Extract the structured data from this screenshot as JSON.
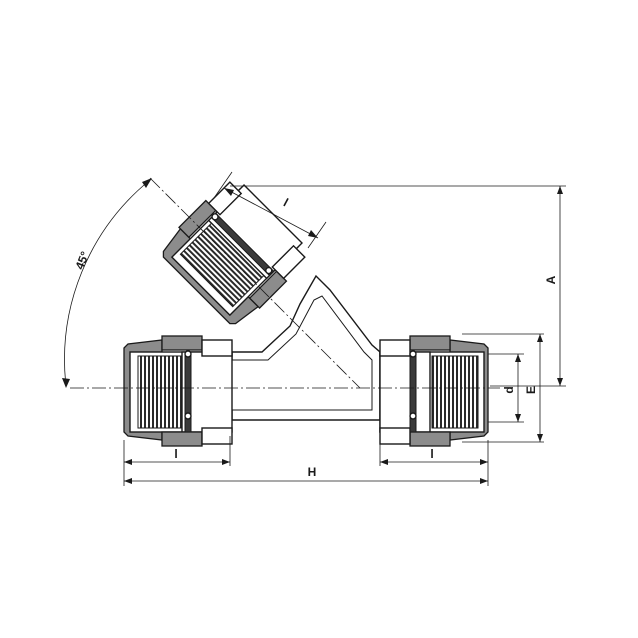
{
  "labels": {
    "angle": "45°",
    "length_branch": "l",
    "length_left": "l",
    "length_right": "l",
    "overall_length": "H",
    "height": "A",
    "inner_diameter": "d",
    "outer_diameter": "E"
  }
}
